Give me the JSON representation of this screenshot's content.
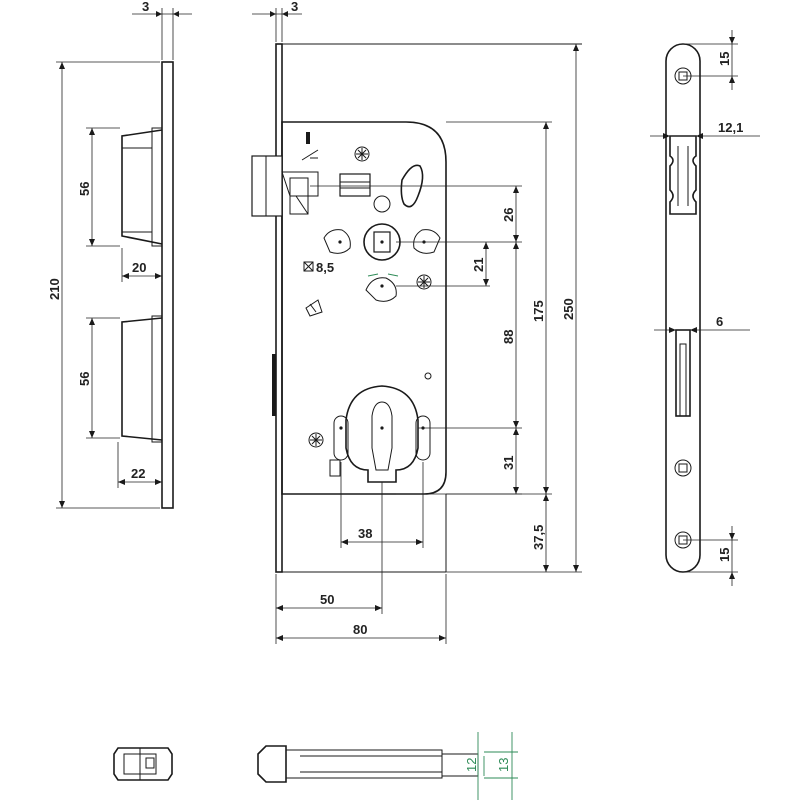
{
  "dimensions": {
    "strike_thickness": "3",
    "case_thickness": "3",
    "strike_height": "210",
    "latch_opening_height": "56",
    "latch_opening_depth": "20",
    "bolt_opening_height": "56",
    "bolt_opening_depth": "22",
    "follower_to_top": "26",
    "follower_to_lower_hole": "21",
    "follower_spindle": "8,5",
    "follower_to_cylinder": "88",
    "cylinder_to_bottom": "31",
    "follower_to_case_bottom": "175",
    "faceplate_length": "250",
    "cylinder_screw_spacing": "38",
    "bottom_extension": "37,5",
    "backset": "50",
    "case_depth": "80",
    "faceplate_top_screw": "15",
    "faceplate_latch_width": "12,1",
    "faceplate_bolt_width": "6",
    "faceplate_bottom_screw": "15",
    "insert_width_a": "12",
    "insert_width_b": "13"
  },
  "colors": {
    "lines": "#1a1a1a",
    "dimension_text": "#222222",
    "accent_green": "#2e8b57"
  },
  "icons": {
    "handing_symbol": "reversible-handing-icon",
    "spindle_symbol": "square-spindle-icon",
    "screw_symbol": "screw-head-icon"
  }
}
